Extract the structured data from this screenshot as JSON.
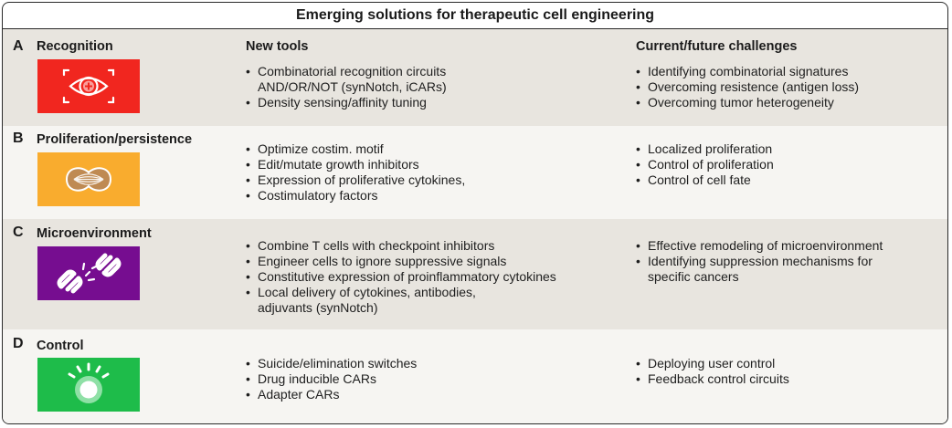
{
  "title": "Emerging solutions for therapeutic cell engineering",
  "columns": {
    "tools": "New tools",
    "challenges": "Current/future challenges"
  },
  "rows": [
    {
      "letter": "A",
      "name": "Recognition",
      "icon": "eye-target-icon",
      "color": "#f1261f",
      "tools": [
        "Combinatorial recognition circuits\nAND/OR/NOT (synNotch, iCARs)",
        "Density sensing/affinity tuning"
      ],
      "challenges": [
        "Identifying combinatorial signatures",
        "Overcoming resistence (antigen loss)",
        "Overcoming tumor heterogeneity"
      ]
    },
    {
      "letter": "B",
      "name": "Proliferation/persistence",
      "icon": "dividing-cell-icon",
      "color": "#f9ac2e",
      "tools": [
        "Optimize costim. motif",
        "Edit/mutate growth inhibitors",
        "Expression of proliferative cytokines,",
        "Costimulatory factors"
      ],
      "challenges": [
        "Localized proliferation",
        "Control of proliferation",
        "Control of cell fate"
      ]
    },
    {
      "letter": "C",
      "name": "Microenvironment",
      "icon": "broken-chain-icon",
      "color": "#760d90",
      "tools": [
        "Combine T cells with checkpoint inhibitors",
        "Engineer cells to ignore suppressive signals",
        "Constitutive expression of proinflammatory cytokines",
        "Local delivery of cytokines, antibodies,\nadjuvants (synNotch)"
      ],
      "challenges": [
        "Effective remodeling of microenvironment",
        "Identifying suppression mechanisms for\nspecific cancers"
      ]
    },
    {
      "letter": "D",
      "name": "Control",
      "icon": "light-switch-icon",
      "color": "#1ebc4a",
      "tools": [
        "Suicide/elimination switches",
        "Drug inducible CARs",
        "Adapter CARs"
      ],
      "challenges": [
        "Deploying user control",
        "Feedback control circuits"
      ]
    }
  ]
}
